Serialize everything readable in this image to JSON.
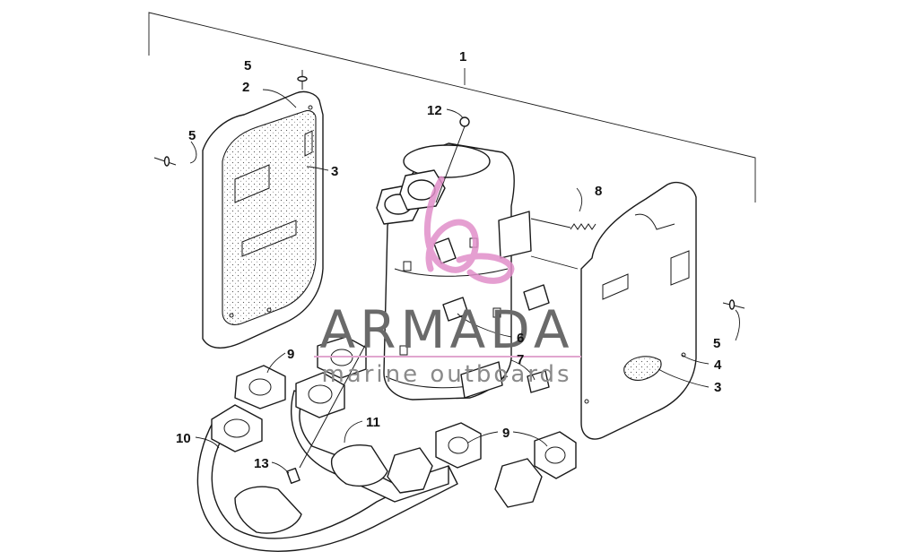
{
  "watermark": {
    "title": "ARMADA",
    "subtitle": "marine outboards",
    "logo_color": "#e08ec9"
  },
  "callouts": {
    "c1": "1",
    "c2": "2",
    "c3a": "3",
    "c3b": "3",
    "c4": "4",
    "c5a": "5",
    "c5b": "5",
    "c5c": "5",
    "c6": "6",
    "c7": "7",
    "c8": "8",
    "c9a": "9",
    "c9b": "9",
    "c10": "10",
    "c11": "11",
    "c12": "12",
    "c13": "13"
  }
}
